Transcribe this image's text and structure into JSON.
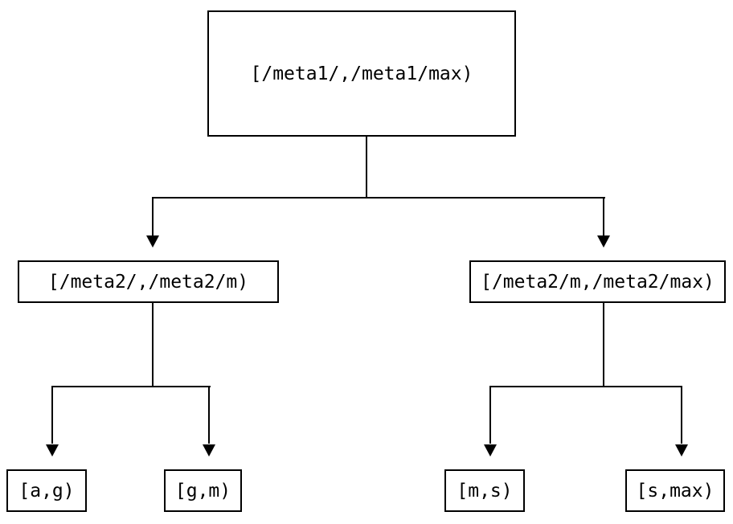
{
  "diagram": {
    "type": "tree",
    "description": "Key-range partition tree",
    "colors": {
      "line": "#000000",
      "background": "#ffffff",
      "text": "#000000"
    },
    "nodes": {
      "root": {
        "label": "[/meta1/,/meta1/max)"
      },
      "left": {
        "label": "[/meta2/,/meta2/m)"
      },
      "right": {
        "label": "[/meta2/m,/meta2/max)"
      },
      "leaf_ag": {
        "label": "[a,g)"
      },
      "leaf_gm": {
        "label": "[g,m)"
      },
      "leaf_ms": {
        "label": "[m,s)"
      },
      "leaf_smax": {
        "label": "[s,max)"
      }
    },
    "edges": [
      {
        "from": "root",
        "to": "left"
      },
      {
        "from": "root",
        "to": "right"
      },
      {
        "from": "left",
        "to": "leaf_ag"
      },
      {
        "from": "left",
        "to": "leaf_gm"
      },
      {
        "from": "right",
        "to": "leaf_ms"
      },
      {
        "from": "right",
        "to": "leaf_smax"
      }
    ]
  }
}
